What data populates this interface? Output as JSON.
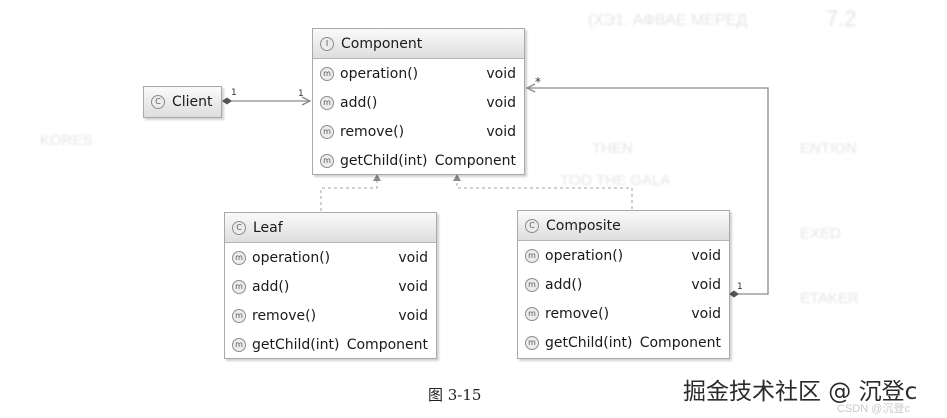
{
  "components": {
    "client": {
      "name": "Client",
      "kind_icon": "C"
    },
    "component": {
      "name": "Component",
      "kind_icon": "I",
      "members": [
        {
          "icon": "m",
          "name": "operation()",
          "type": "void"
        },
        {
          "icon": "m",
          "name": "add()",
          "type": "void"
        },
        {
          "icon": "m",
          "name": "remove()",
          "type": "void"
        },
        {
          "icon": "m",
          "name": "getChild(int)",
          "type": "Component"
        }
      ]
    },
    "leaf": {
      "name": "Leaf",
      "kind_icon": "C",
      "members": [
        {
          "icon": "m",
          "name": "operation()",
          "type": "void"
        },
        {
          "icon": "m",
          "name": "add()",
          "type": "void"
        },
        {
          "icon": "m",
          "name": "remove()",
          "type": "void"
        },
        {
          "icon": "m",
          "name": "getChild(int)",
          "type": "Component"
        }
      ]
    },
    "composite": {
      "name": "Composite",
      "kind_icon": "C",
      "members": [
        {
          "icon": "m",
          "name": "operation()",
          "type": "void"
        },
        {
          "icon": "m",
          "name": "add()",
          "type": "void"
        },
        {
          "icon": "m",
          "name": "remove()",
          "type": "void"
        },
        {
          "icon": "m",
          "name": "getChild(int)",
          "type": "Component"
        }
      ]
    }
  },
  "multiplicities": {
    "client_end": "1",
    "component_end": "1",
    "composite_child_end": "*",
    "composite_owner_end": "1"
  },
  "caption": "图 3-15",
  "watermark": "掘金技术社区 @ 沉登c",
  "watermark_small": "CSDN @沉登c",
  "background_bleed": [
    "7.2",
    "(ХЭ1. АФВАЕ МЕРЕД",
    "KORES",
    "THEN",
    "ENTION",
    "TOO THE GALA",
    "EXED",
    "ETAKER"
  ],
  "colors": {
    "box_border": "#a9a9a9",
    "header_gradient_top": "#fafafa",
    "header_gradient_bottom": "#dedede",
    "connector": "#8a8a8a"
  }
}
